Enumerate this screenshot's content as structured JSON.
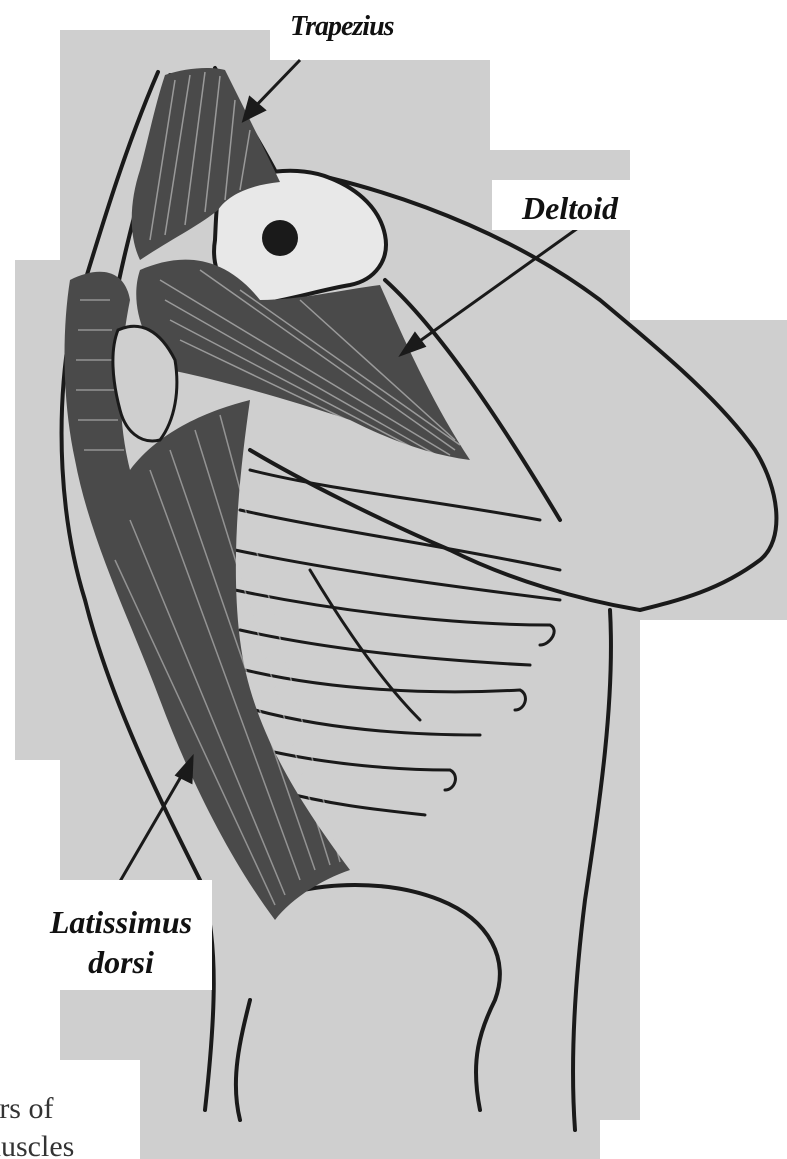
{
  "labels": {
    "trapezius": "Trapezius",
    "deltoid": "Deltoid",
    "latissimus_line1": "Latissimus",
    "latissimus_line2": "dorsi"
  },
  "caption": {
    "line1": "ers of",
    "line2": "nuscles"
  },
  "colors": {
    "paper": "#cfcfcf",
    "muscle": "#4a4a4a",
    "ink": "#1a1a1a"
  }
}
